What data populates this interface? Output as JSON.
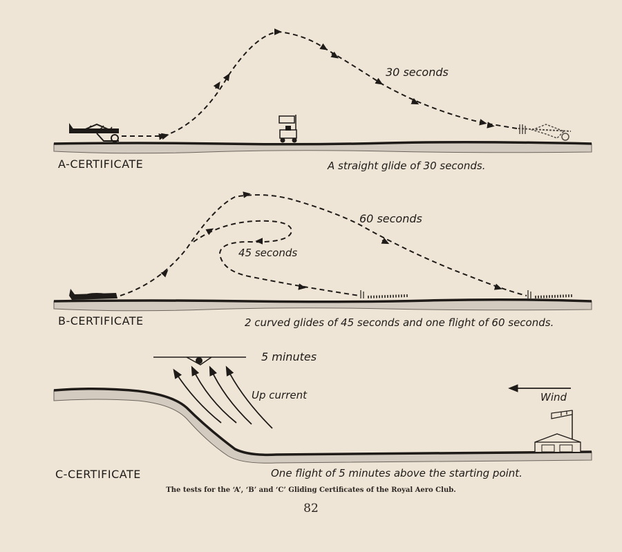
{
  "panels": {
    "a": {
      "certificate_label": "A-CERTIFICATE",
      "duration_label": "30 seconds",
      "description": "A straight glide of 30 seconds."
    },
    "b": {
      "certificate_label": "B-CERTIFICATE",
      "long_glide_label": "60 seconds",
      "curved_glide_label": "45 seconds",
      "description": "2 curved glides of 45 seconds and one flight of 60 seconds."
    },
    "c": {
      "certificate_label": "C-CERTIFICATE",
      "duration_label": "5 minutes",
      "updraft_label": "Up current",
      "wind_label": "Wind",
      "description": "One flight of 5 minutes above the starting point."
    }
  },
  "caption": "The tests for the ‘A’, ‘B’ and ‘C’ Gliding Certificates of the Royal Aero Club.",
  "page_number": "82"
}
